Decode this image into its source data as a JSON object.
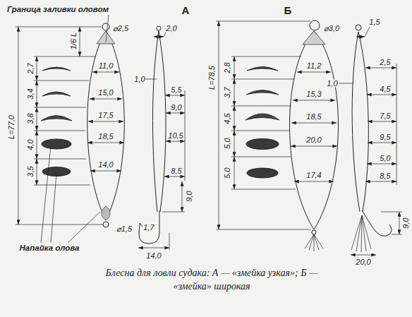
{
  "diagram": {
    "caption": "Блесна для ловли судака: А — «змейка узкая»; Б — «змейка» широкая",
    "labels": [
      "Граница заливки оловом",
      "А",
      "Б",
      "⌀2,5",
      "2,0",
      "1/6 L",
      "11,0",
      "15,0",
      "17,5",
      "18,5",
      "14,0",
      "2,7",
      "3,4",
      "3,8",
      "4,0",
      "3,5",
      "L=77,0",
      "1,0",
      "5,5",
      "9,0",
      "10,5",
      "8,5",
      "9,0",
      "⌀1,5",
      "1,7",
      "14,0",
      "Напайка олова",
      "⌀3,0",
      "1,5",
      "11,2",
      "15,3",
      "18,5",
      "20,0",
      "17,4",
      "2,8",
      "3,7",
      "4,5",
      "5,0",
      "5,0",
      "L=78,5",
      "1,0",
      "2,5",
      "4,5",
      "7,5",
      "9,5",
      "5,0",
      "8,5",
      "9,0",
      "20,0"
    ]
  }
}
